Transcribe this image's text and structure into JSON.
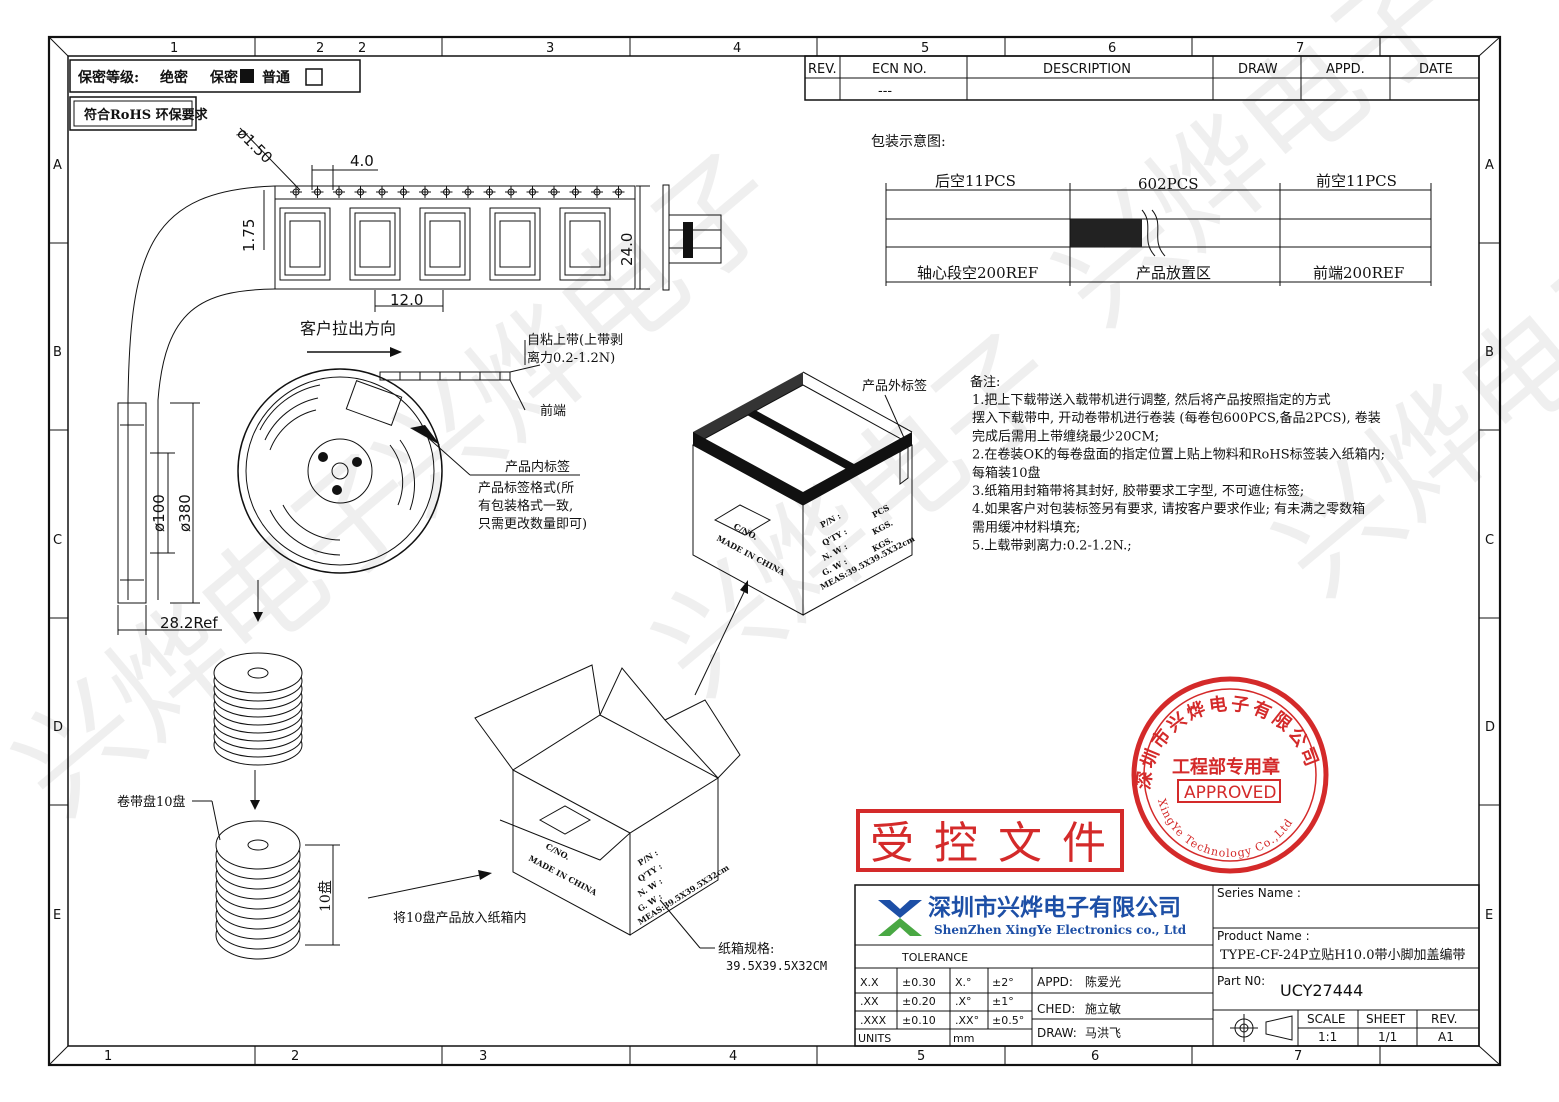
{
  "frame": {
    "col_numbers_top": [
      "1",
      "2",
      "2",
      "3",
      "4",
      "5",
      "6",
      "7"
    ],
    "col_numbers_bottom": [
      "1",
      "2",
      "3",
      "4",
      "5",
      "6",
      "7"
    ],
    "row_letters": [
      "A",
      "B",
      "C",
      "D",
      "E"
    ]
  },
  "secrecy": {
    "label": "保密等级:",
    "opt_top_secret": "绝密",
    "opt_secret": "保密",
    "opt_normal": "普通"
  },
  "rohs_note": "符合RoHS 环保要求",
  "revision_table": {
    "headers": [
      "REV.",
      "ECN NO.",
      "DESCRIPTION",
      "DRAW",
      "APPD.",
      "DATE"
    ],
    "row": [
      "",
      "---",
      "",
      "",
      "",
      ""
    ]
  },
  "tape_drawing": {
    "hole_dia": "ø1.50",
    "pitch_holes": "4.0",
    "edge_offset": "1.75",
    "pitch_parts": "12.0",
    "tape_width": "24.0",
    "pull_direction": "客户拉出方向"
  },
  "reel_drawing": {
    "cover_tape_note_1": "自粘上带(上带剥",
    "cover_tape_note_2": "离力0.2-1.2N)",
    "front_end": "前端",
    "inner_label_title": "产品内标签",
    "inner_label_note_1": "产品标签格式(所",
    "inner_label_note_2": "有包装格式一致,",
    "inner_label_note_3": "只需更改数量即可)",
    "dia_hub": "ø100",
    "dia_reel": "ø380",
    "width_ref": "28.2Ref"
  },
  "stack": {
    "reels_10": "卷带盘10盘",
    "ten_reels": "10盘",
    "into_box": "将10盘产品放入纸箱内",
    "carton_spec_1": "纸箱规格:",
    "carton_spec_2": "39.5X39.5X32CM"
  },
  "box_labels": {
    "outer_label": "产品外标签",
    "lines": [
      "P/N :",
      "Q'TY :",
      "N. W :",
      "G. W :"
    ],
    "units": [
      "PCS",
      "KGS.",
      "KGS."
    ],
    "meas": "MEAS:39.5X39.5X32cm",
    "side_1": "C/NO.",
    "side_2": "MADE IN CHINA"
  },
  "packing_layout": {
    "title": "包装示意图:",
    "rear_empty": "后空11PCS",
    "count": "602PCS",
    "front_empty": "前空11PCS",
    "core_empty": "轴心段空200REF",
    "product_zone": "产品放置区",
    "front_end_ref": "前端200REF"
  },
  "notes": {
    "title": "备注:",
    "lines": [
      "1.把上下载带送入载带机进行调整, 然后将产品按照指定的方式",
      "   摆入下载带中, 开动卷带机进行卷装 (每卷包600PCS,备品2PCS), 卷装",
      "   完成后需用上带缠绕最少20CM;",
      "2.在卷装OK的每卷盘面的指定位置上贴上物料和RoHS标签装入纸箱内;",
      "   每箱装10盘",
      "3.纸箱用封箱带将其封好, 胶带要求工字型, 不可遮住标签;",
      "4.如果客户对包装标签另有要求, 请按客户要求作业; 有未满之零数箱",
      "   需用缓冲材料填充;",
      "5.上载带剥离力:0.2-1.2N.;"
    ]
  },
  "stamps": {
    "controlled_doc": "受控文件",
    "seal_ring": "深圳市兴烨电子有限公司",
    "seal_ring_en": "XingYe Technology Co.,Ltd",
    "seal_center": "工程部专用章",
    "seal_approved": "APPROVED",
    "colors": {
      "seal_red": "#d42a2a",
      "logo_blue": "#1d4fa6",
      "logo_green": "#49a843"
    }
  },
  "title_block": {
    "company_cn": "深圳市兴烨电子有限公司",
    "company_en": "ShenZhen XingYe Electronics co., Ltd",
    "series_label": "Series Name :",
    "product_label": "Product Name :",
    "product_name": "TYPE-CF-24P立贴H10.0带小脚加盖编带",
    "partno_label": "Part N0:",
    "partno": "UCY27444",
    "tolerance_label": "TOLERANCE",
    "tolerances": [
      [
        "X.X",
        "±0.30",
        "X.°",
        "±2°"
      ],
      [
        ".XX",
        "±0.20",
        ".X°",
        "±1°"
      ],
      [
        ".XXX",
        "±0.10",
        ".XX°",
        "±0.5°"
      ]
    ],
    "units_label": "UNITS",
    "units_value": "mm",
    "appd_label": "APPD:",
    "appd_name": "陈爱光",
    "ched_label": "CHED:",
    "ched_name": "施立敏",
    "draw_label": "DRAW:",
    "draw_name": "马洪飞",
    "scale_label": "SCALE",
    "sheet_label": "SHEET",
    "rev_label": "REV.",
    "scale_value": "1:1",
    "sheet_value": "1/1",
    "rev_value": "A1"
  },
  "watermark": "兴烨电子"
}
